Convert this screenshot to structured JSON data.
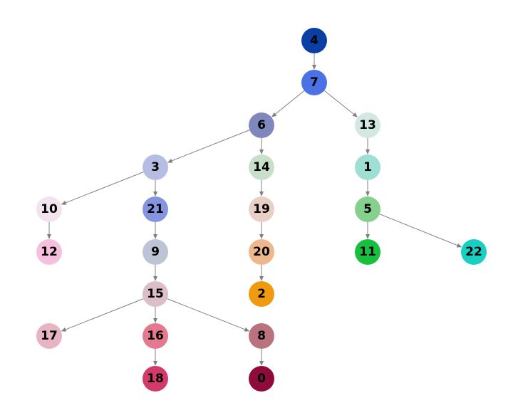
{
  "graph": {
    "type": "tree",
    "directed": true,
    "nodes": [
      {
        "id": "4",
        "label": "4",
        "color": "#0a3fa3"
      },
      {
        "id": "7",
        "label": "7",
        "color": "#4a72e6"
      },
      {
        "id": "6",
        "label": "6",
        "color": "#7f88bd"
      },
      {
        "id": "13",
        "label": "13",
        "color": "#d3e8e3"
      },
      {
        "id": "3",
        "label": "3",
        "color": "#b6bde3"
      },
      {
        "id": "14",
        "label": "14",
        "color": "#c8dfc9"
      },
      {
        "id": "1",
        "label": "1",
        "color": "#9edfd3"
      },
      {
        "id": "10",
        "label": "10",
        "color": "#f2e4ee"
      },
      {
        "id": "21",
        "label": "21",
        "color": "#8594e1"
      },
      {
        "id": "19",
        "label": "19",
        "color": "#e9d0c6"
      },
      {
        "id": "5",
        "label": "5",
        "color": "#86d08e"
      },
      {
        "id": "12",
        "label": "12",
        "color": "#f5c0de"
      },
      {
        "id": "9",
        "label": "9",
        "color": "#bfc3d6"
      },
      {
        "id": "20",
        "label": "20",
        "color": "#efb88c"
      },
      {
        "id": "11",
        "label": "11",
        "color": "#17c13e"
      },
      {
        "id": "22",
        "label": "22",
        "color": "#19cfc2"
      },
      {
        "id": "15",
        "label": "15",
        "color": "#dbbec7"
      },
      {
        "id": "2",
        "label": "2",
        "color": "#f09a0f"
      },
      {
        "id": "17",
        "label": "17",
        "color": "#e6b4c2"
      },
      {
        "id": "16",
        "label": "16",
        "color": "#e4788f"
      },
      {
        "id": "8",
        "label": "8",
        "color": "#b9737f"
      },
      {
        "id": "18",
        "label": "18",
        "color": "#d13a69"
      },
      {
        "id": "0",
        "label": "0",
        "color": "#8e0b3c"
      }
    ],
    "edges": [
      {
        "from": "4",
        "to": "7"
      },
      {
        "from": "7",
        "to": "6"
      },
      {
        "from": "7",
        "to": "13"
      },
      {
        "from": "6",
        "to": "3"
      },
      {
        "from": "6",
        "to": "14"
      },
      {
        "from": "13",
        "to": "1"
      },
      {
        "from": "3",
        "to": "10"
      },
      {
        "from": "3",
        "to": "21"
      },
      {
        "from": "14",
        "to": "19"
      },
      {
        "from": "1",
        "to": "5"
      },
      {
        "from": "10",
        "to": "12"
      },
      {
        "from": "21",
        "to": "9"
      },
      {
        "from": "19",
        "to": "20"
      },
      {
        "from": "5",
        "to": "11"
      },
      {
        "from": "5",
        "to": "22"
      },
      {
        "from": "9",
        "to": "15"
      },
      {
        "from": "20",
        "to": "2"
      },
      {
        "from": "15",
        "to": "17"
      },
      {
        "from": "15",
        "to": "16"
      },
      {
        "from": "15",
        "to": "8"
      },
      {
        "from": "16",
        "to": "18"
      },
      {
        "from": "8",
        "to": "0"
      }
    ],
    "edge_color": "#808080"
  }
}
